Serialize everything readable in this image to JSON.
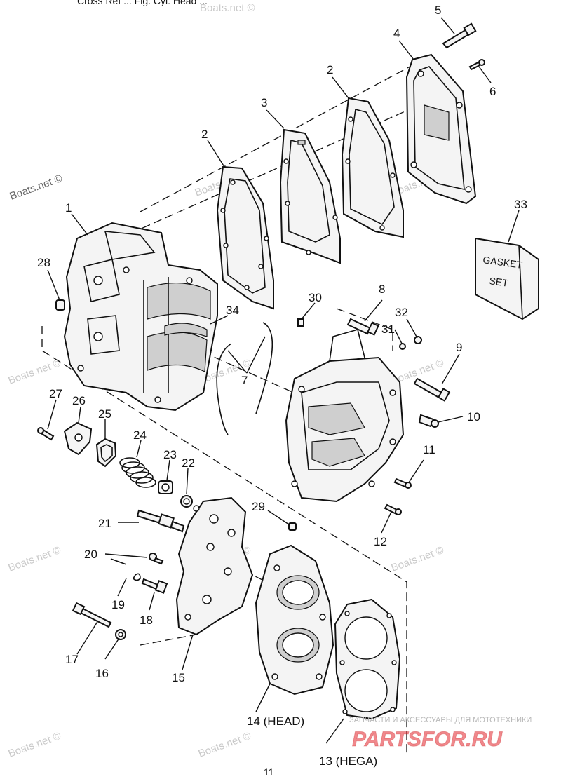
{
  "top_text": "Cross Ref ... Fig. Cyl. Head ...",
  "page_number": "11",
  "gasket_box": {
    "line1": "GASKET",
    "line2": "SET"
  },
  "watermarks": {
    "boats": "Boats.net ©",
    "brand_caption": "ЗАПЧАСТИ И АКСЕССУАРЫ ДЛЯ МОТОТЕХНИКИ",
    "brand_name": "PARTSFOR.RU"
  },
  "colors": {
    "ink": "#111111",
    "brand_red": "#e3262d",
    "brand_pink": "#f4b7b9",
    "watermark": "#c9c9c9"
  },
  "callouts": {
    "c1": "1",
    "c2a": "2",
    "c2b": "2",
    "c3": "3",
    "c4": "4",
    "c5": "5",
    "c6": "6",
    "c7": "7",
    "c8": "8",
    "c9": "9",
    "c10": "10",
    "c11": "11",
    "c12": "12",
    "c13": "13 (HEGA)",
    "c14": "14 (HEAD)",
    "c15": "15",
    "c16": "16",
    "c17": "17",
    "c18": "18",
    "c19": "19",
    "c20": "20",
    "c21": "21",
    "c22": "22",
    "c23": "23",
    "c24": "24",
    "c25": "25",
    "c26": "26",
    "c27": "27",
    "c28": "28",
    "c29": "29",
    "c30": "30",
    "c31": "31",
    "c32": "32",
    "c33": "33",
    "c34": "34"
  }
}
